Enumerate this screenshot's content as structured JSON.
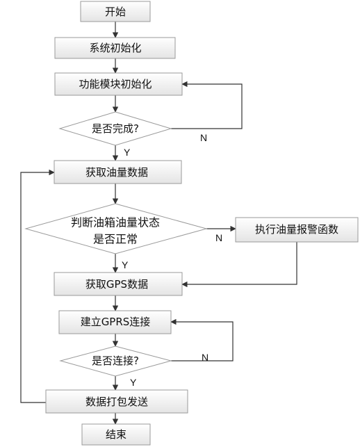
{
  "nodes": {
    "start": "开始",
    "sys_init": "系统初始化",
    "module_init": "功能模块初始化",
    "init_done": "是否完成?",
    "get_fuel": "获取油量数据",
    "judge_line1": "判断油箱油量状态",
    "judge_line2": "是否正常",
    "alarm": "执行油量报警函数",
    "get_gps": "获取GPS数据",
    "connect_gprs": "建立GPRS连接",
    "is_connected": "是否连接?",
    "pack_send": "数据打包发送",
    "end": "结束"
  },
  "edge_labels": {
    "init_no": "N",
    "init_yes": "Y",
    "judge_no": "N",
    "judge_yes": "Y",
    "connect_no": "N",
    "connect_yes": "Y"
  },
  "colors": {
    "box_top": "#ffffff",
    "box_bottom": "#e4e4e4",
    "border": "#9a9a9a",
    "line": "#333333"
  }
}
